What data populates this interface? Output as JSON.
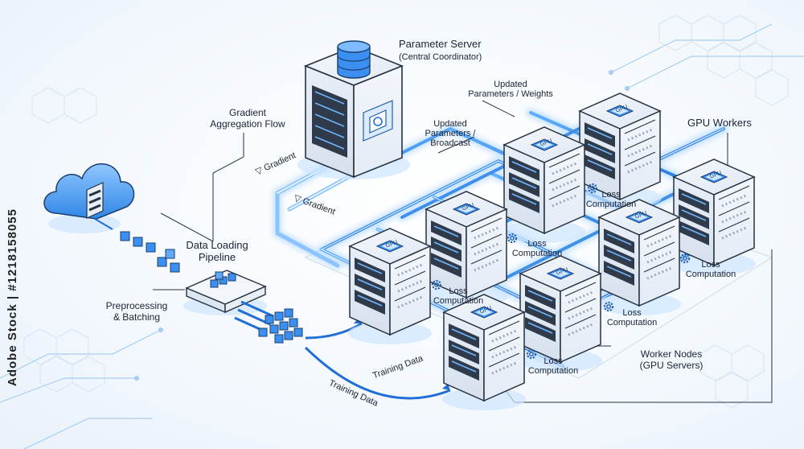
{
  "labels": {
    "parameter_server": "Parameter Server",
    "parameter_server_sub": "(Central Coordinator)",
    "updated_weights_1": "Updated",
    "updated_weights_2": "Parameters / Weights",
    "gradient_flow_1": "Gradient",
    "gradient_flow_2": "Aggregation Flow",
    "broadcast_1": "Updated",
    "broadcast_2": "Parameters /",
    "broadcast_3": "Broadcast",
    "gradient_a": "▽ Gradient",
    "gradient_b": "▽ Gradient",
    "gpu_workers": "GPU Workers",
    "data_loading_1": "Data Loading",
    "data_loading_2": "Pipeline",
    "preprocessing_1": "Preprocessing",
    "preprocessing_2": "& Batching",
    "training_data_a": "Training Data",
    "training_data_b": "Training Data",
    "worker_nodes_1": "Worker Nodes",
    "worker_nodes_2": "(GPU Servers)",
    "loss_label_1": "Loss",
    "loss_label_2": "Computation",
    "gpu_chip": "GPU",
    "watermark": "Adobe Stock | #1218158055"
  },
  "colors": {
    "accent": "#2a7fe0",
    "accent_light": "#8cc4ff",
    "server_body": "#eef3fa",
    "server_dark": "#26313f",
    "cloud": "#4da3ef"
  },
  "icons": [
    "database-icon",
    "cloud-icon",
    "gpu-chip-icon",
    "gear-icon",
    "cpu-sync-icon"
  ]
}
